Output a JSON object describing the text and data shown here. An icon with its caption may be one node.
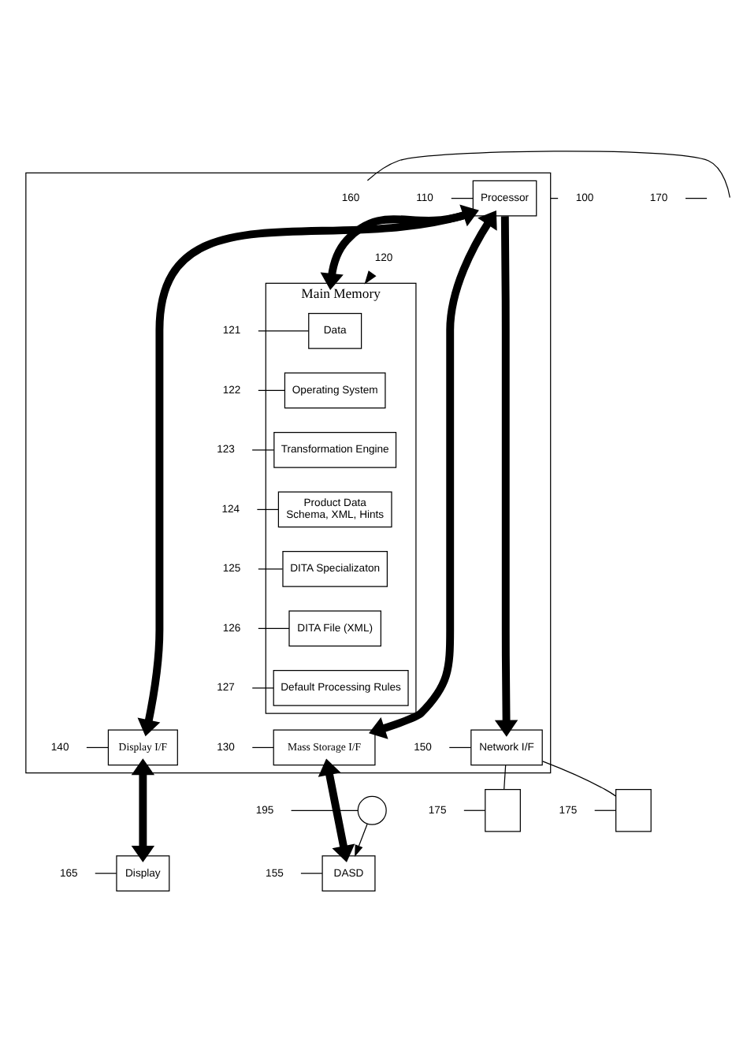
{
  "diagram": {
    "nodes": [
      {
        "text": [],
        "shape": "box"
      },
      {
        "text": [
          "Processor"
        ],
        "in": 0
      },
      {
        "text": [
          "Main Memory"
        ],
        "in": 0
      },
      {
        "text": [
          "Data"
        ],
        "in": 2
      },
      {
        "text": [
          "Operating System"
        ],
        "in": 2
      },
      {
        "text": [
          "Transformation Engine"
        ],
        "in": 2
      },
      {
        "text": [
          "Product Data",
          "Schema, XML, Hints"
        ],
        "in": 2
      },
      {
        "text": [
          "DITA Specializaton"
        ],
        "in": 2
      },
      {
        "text": [
          "DITA File (XML)"
        ],
        "in": 2
      },
      {
        "text": [
          "Default Processing Rules"
        ],
        "in": 2
      },
      {
        "text": [
          "Mass Storage I/F"
        ],
        "in": 0
      },
      {
        "text": [
          "Display I/F"
        ],
        "in": 0
      },
      {
        "text": [
          "Network I/F"
        ],
        "in": 0
      },
      {
        "text": [
          "DASD"
        ]
      },
      {
        "text": [
          "Display"
        ]
      },
      {
        "text": [],
        "shape": "box"
      },
      {
        "text": [],
        "shape": "box"
      },
      {
        "text": [],
        "shape": "circle"
      },
      {
        "text": [
          "100"
        ]
      },
      {
        "text": [
          "110"
        ],
        "in": 0
      },
      {
        "text": [
          "160"
        ],
        "in": 0
      },
      {
        "text": [
          "120"
        ],
        "in": 0
      },
      {
        "text": [
          "121"
        ],
        "in": 0
      },
      {
        "text": [
          "122"
        ],
        "in": 0
      },
      {
        "text": [
          "123"
        ],
        "in": 0
      },
      {
        "text": [
          "124"
        ],
        "in": 0
      },
      {
        "text": [
          "125"
        ],
        "in": 0
      },
      {
        "text": [
          "126"
        ],
        "in": 0
      },
      {
        "text": [
          "127"
        ],
        "in": 0
      },
      {
        "text": [
          "130"
        ],
        "in": 0
      },
      {
        "text": [
          "140"
        ],
        "in": 0
      },
      {
        "text": [
          "150"
        ],
        "in": 0
      },
      {
        "text": [
          "155"
        ]
      },
      {
        "text": [
          "165"
        ]
      },
      {
        "text": [
          "170"
        ]
      },
      {
        "text": [
          "175"
        ]
      },
      {
        "text": [
          "175"
        ]
      },
      {
        "text": [
          "195"
        ]
      }
    ],
    "edges": [
      {
        "from": 1,
        "to": 2,
        "arrow": "both",
        "style": "thick"
      },
      {
        "from": 1,
        "to": 10,
        "arrow": "both",
        "style": "thick"
      },
      {
        "from": 1,
        "to": 11,
        "arrow": "to",
        "style": "thick"
      },
      {
        "from": 1,
        "to": 12,
        "arrow": "to",
        "style": "thick"
      },
      {
        "from": 10,
        "to": 13,
        "arrow": "both",
        "style": "thick"
      },
      {
        "from": 11,
        "to": 14,
        "arrow": "both",
        "style": "thick"
      },
      {
        "from": 12,
        "to": 15,
        "arrow": "none"
      },
      {
        "from": 12,
        "to": 16,
        "arrow": "none"
      },
      {
        "from": 17,
        "to": 13,
        "arrow": "to"
      },
      {
        "from": 18,
        "to": 0,
        "arrow": "none"
      },
      {
        "from": 19,
        "to": 1,
        "arrow": "none"
      },
      {
        "from": 20,
        "to": null,
        "arrow": "none"
      },
      {
        "from": 21,
        "to": 2,
        "arrow": "to"
      },
      {
        "from": 22,
        "to": 3,
        "arrow": "none"
      },
      {
        "from": 23,
        "to": 4,
        "arrow": "none"
      },
      {
        "from": 24,
        "to": 5,
        "arrow": "none"
      },
      {
        "from": 25,
        "to": 6,
        "arrow": "none"
      },
      {
        "from": 26,
        "to": 7,
        "arrow": "none"
      },
      {
        "from": 27,
        "to": 8,
        "arrow": "none"
      },
      {
        "from": 28,
        "to": 9,
        "arrow": "none"
      },
      {
        "from": 29,
        "to": 10,
        "arrow": "none"
      },
      {
        "from": 30,
        "to": 11,
        "arrow": "none"
      },
      {
        "from": 31,
        "to": 12,
        "arrow": "none"
      },
      {
        "from": 32,
        "to": 13,
        "arrow": "none"
      },
      {
        "from": 33,
        "to": 14,
        "arrow": "none"
      },
      {
        "from": 34,
        "to": null,
        "arrow": "none"
      },
      {
        "from": 35,
        "to": 15,
        "arrow": "none"
      },
      {
        "from": 36,
        "to": 16,
        "arrow": "none"
      },
      {
        "from": 37,
        "to": 17,
        "arrow": "none"
      }
    ]
  }
}
